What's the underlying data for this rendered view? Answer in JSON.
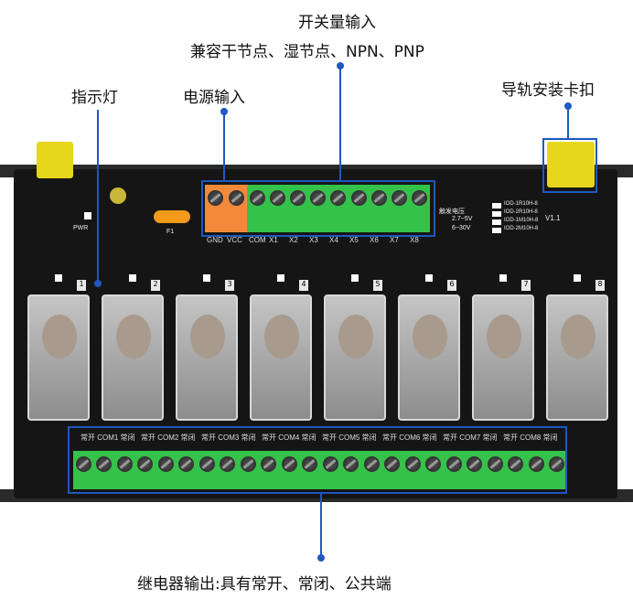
{
  "annotations": {
    "digital_input": "开关量输入",
    "digital_input_compat": "兼容干节点、湿节点、NPN、PNP",
    "indicator": "指示灯",
    "power_input": "电源输入",
    "din_clip": "导轨安装卡扣",
    "relay_output": "继电器输出:具有常开、常闭、公共端"
  },
  "board": {
    "pwr_label": "PWR",
    "fuse_label": "F1",
    "power_terminals": [
      "GND",
      "VCC"
    ],
    "input_terminals": [
      "COM",
      "X1",
      "X2",
      "X3",
      "X4",
      "X5",
      "X6",
      "X7",
      "X8"
    ],
    "trigger_voltage_title": "触发电压",
    "trigger_voltages": [
      "2.7~5V",
      "6~30V"
    ],
    "models": [
      "IOD-1R10H-8",
      "IOD-2R10H-8",
      "IOD-1M10H-8",
      "IOD-2M10H-8"
    ],
    "version": "V1.1",
    "relay_numbers": [
      "1",
      "2",
      "3",
      "4",
      "5",
      "6",
      "7",
      "8"
    ],
    "output_labels": [
      "常开 COM1 常闭",
      "常开 COM2 常闭",
      "常开 COM3 常闭",
      "常开 COM4 常闭",
      "常开 COM5 常闭",
      "常开 COM6 常闭",
      "常开 COM7 常闭",
      "常开 COM8 常闭"
    ]
  },
  "colors": {
    "annotation_line": "#1e58c0",
    "input_terminal": "#35c24a",
    "power_terminal": "#f08a3a",
    "clip": "#e6d61c"
  }
}
